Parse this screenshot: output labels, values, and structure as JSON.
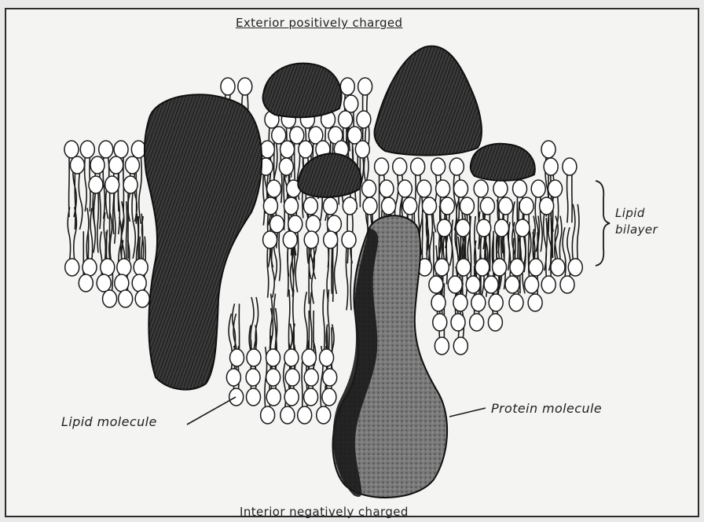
{
  "labels": {
    "exterior": "Exterior  positively charged",
    "interior": "Interior  negatively charged",
    "bilayer_line1": "Lipid",
    "bilayer_line2": "bilayer",
    "lipid_molecule": "Lipid molecule",
    "protein_molecule": "Protein molecule"
  },
  "colors": {
    "background": "#f4f4f2",
    "ink": "#222222",
    "protein_dark": "#1e1e1e",
    "protein_textured": "#6e6e6e"
  }
}
